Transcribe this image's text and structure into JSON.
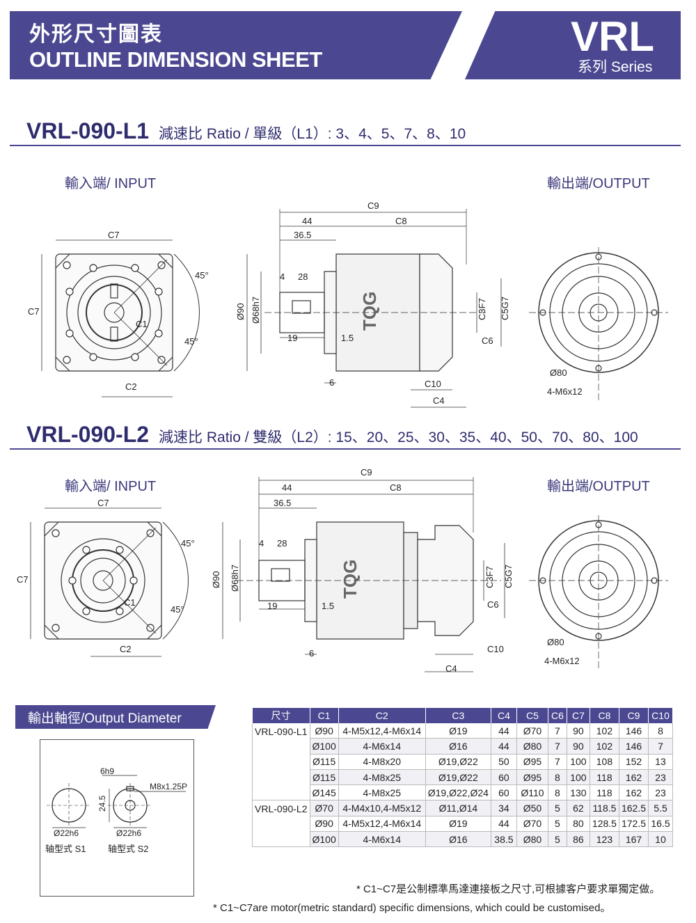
{
  "header": {
    "title_cn": "外形尺寸圖表",
    "title_en": "OUTLINE DIMENSION SHEET",
    "series_code": "VRL",
    "series_label": "系列 Series"
  },
  "sections": [
    {
      "model": "VRL-090-L1",
      "ratio_text": "減速比 Ratio / 單級（L1）: 3、4、5、7、8、10",
      "input_label": "輸入端/ INPUT",
      "output_label": "輸出端/OUTPUT",
      "dims": {
        "c9": "C9",
        "c8": "C8",
        "d44": "44",
        "d365": "36.5",
        "d4": "4",
        "d28": "28",
        "d19": "19",
        "d15": "1.5",
        "d6": "6",
        "c10": "C10",
        "c4": "C4",
        "c6": "C6",
        "c3": "C3F7",
        "c5": "C5G7",
        "phi90": "Ø90",
        "phi68": "Ø68h7",
        "c7": "C7",
        "c2": "C2",
        "c1": "C1",
        "a45": "45°",
        "phi80": "Ø80",
        "m6": "4-M6x12",
        "brand": "TQG"
      }
    },
    {
      "model": "VRL-090-L2",
      "ratio_text": "減速比 Ratio / 雙級（L2）: 15、20、25、30、35、40、50、70、80、100",
      "input_label": "輸入端/ INPUT",
      "output_label": "輸出端/OUTPUT",
      "dims": {
        "c9": "C9",
        "c8": "C8",
        "d44": "44",
        "d365": "36.5",
        "d4": "4",
        "d28": "28",
        "d19": "19",
        "d15": "1.5",
        "d6": "6",
        "c10": "C10",
        "c4": "C4",
        "c6": "C6",
        "c3": "C3F7",
        "c5": "C5G7",
        "phi90": "Ø90",
        "phi68": "Ø68h7",
        "c7": "C7",
        "c2": "C2",
        "c1": "C1",
        "a45": "45°",
        "phi80": "Ø80",
        "m6": "4-M6x12",
        "brand": "TQG"
      }
    }
  ],
  "output_diameter": {
    "title": "輸出軸徑/Output Diameter",
    "s1_dia": "Ø22h6",
    "s1_label": "轴型式 S1",
    "s2_dia": "Ø22h6",
    "s2_label": "轴型式 S2",
    "key": "6h9",
    "height": "24.5",
    "thread": "M8x1.25P"
  },
  "table": {
    "headers": [
      "尺寸",
      "C1",
      "C2",
      "C3",
      "C4",
      "C5",
      "C6",
      "C7",
      "C8",
      "C9",
      "C10"
    ],
    "groups": [
      {
        "model": "VRL-090-L1",
        "rows": [
          [
            "Ø90",
            "4-M5x12,4-M6x14",
            "Ø19",
            "44",
            "Ø70",
            "7",
            "90",
            "102",
            "146",
            "8"
          ],
          [
            "Ø100",
            "4-M6x14",
            "Ø16",
            "44",
            "Ø80",
            "7",
            "90",
            "102",
            "146",
            "7"
          ],
          [
            "Ø115",
            "4-M8x20",
            "Ø19,Ø22",
            "50",
            "Ø95",
            "7",
            "100",
            "108",
            "152",
            "13"
          ],
          [
            "Ø115",
            "4-M8x25",
            "Ø19,Ø22",
            "60",
            "Ø95",
            "8",
            "100",
            "118",
            "162",
            "23"
          ],
          [
            "Ø145",
            "4-M8x25",
            "Ø19,Ø22,Ø24",
            "60",
            "Ø110",
            "8",
            "130",
            "118",
            "162",
            "23"
          ]
        ]
      },
      {
        "model": "VRL-090-L2",
        "rows": [
          [
            "Ø70",
            "4-M4x10,4-M5x12",
            "Ø11,Ø14",
            "34",
            "Ø50",
            "5",
            "62",
            "118.5",
            "162.5",
            "5.5"
          ],
          [
            "Ø90",
            "4-M5x12,4-M6x14",
            "Ø19",
            "44",
            "Ø70",
            "5",
            "80",
            "128.5",
            "172.5",
            "16.5"
          ],
          [
            "Ø100",
            "4-M6x14",
            "Ø16",
            "38.5",
            "Ø80",
            "5",
            "86",
            "123",
            "167",
            "10"
          ]
        ]
      }
    ]
  },
  "notes": [
    "* C1~C7是公制標準馬達連接板之尺寸,可根據客户要求單獨定做。",
    "* C1~C7are motor(metric standard) specific dimensions, which could be customised。"
  ],
  "colors": {
    "brand": "#4b4891",
    "line": "#333333"
  }
}
